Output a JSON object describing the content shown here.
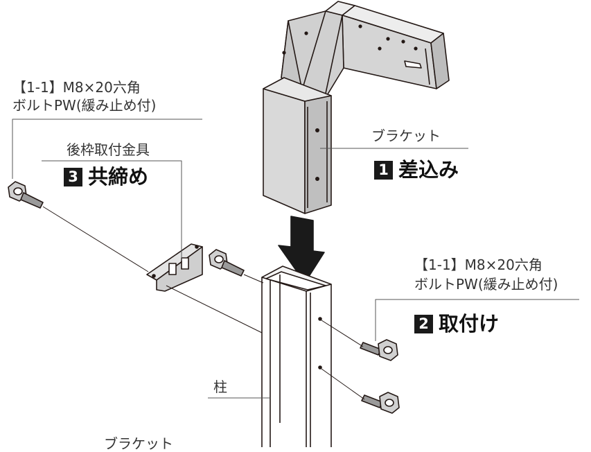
{
  "labels": {
    "bolt_left_line1": "【1-1】M8×20六角",
    "bolt_left_line2": "ボルトPW(緩み止め付)",
    "rear_fitting": "後枠取付金具",
    "bracket_top": "ブラケット",
    "bolt_right_line1": "【1-1】M8×20六角",
    "bolt_right_line2": "ボルトPW(緩み止め付)",
    "post": "柱",
    "bracket_bottom": "ブラケット"
  },
  "steps": [
    {
      "number": "1",
      "text": "差込み"
    },
    {
      "number": "2",
      "text": "取付け"
    },
    {
      "number": "3",
      "text": "共締め"
    }
  ],
  "colors": {
    "line": "#231815",
    "metal_front": "#d9d9d9",
    "metal_side": "#bdbdbd",
    "metal_light": "#ededed",
    "arrow": "#1a1a1a"
  }
}
